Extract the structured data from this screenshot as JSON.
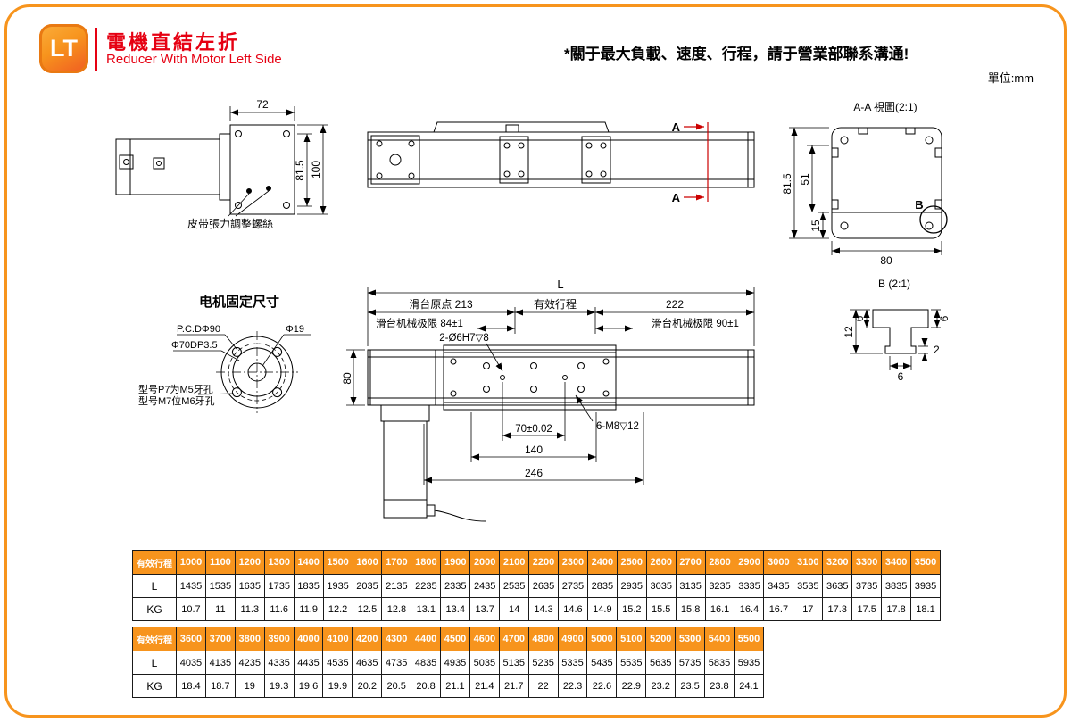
{
  "header": {
    "badge": "LT",
    "title_zh": "電機直結左折",
    "title_en": "Reducer With Motor Left Side",
    "note": "*關于最大負載、速度、行程，請于營業部聯系溝通!",
    "unit": "單位:mm"
  },
  "colors": {
    "accent": "#F7941D",
    "red": "#E60012",
    "line": "#000000"
  },
  "drawing": {
    "motor_side": {
      "dim_width": "72",
      "dim_inner_height": "81.5",
      "dim_total_height": "100",
      "belt_screw_label": "皮带張力調整螺絲"
    },
    "top_view": {
      "section_label_top": "A",
      "section_label_bottom": "A"
    },
    "section_aa": {
      "title": "A-A 視圖(2:1)",
      "dim_height": "81.5",
      "dim_inner": "51",
      "dim_bottom": "15",
      "dim_width": "80",
      "detail_label": "B"
    },
    "detail_b": {
      "title": "B (2:1)",
      "dim_total": "12",
      "dim_top": "6",
      "dim_right": "6",
      "dim_lip": "2",
      "dim_slot": "6"
    },
    "motor_mount": {
      "title": "电机固定尺寸",
      "pcd_label": "P.C.DΦ90",
      "shaft_label": "Φ19",
      "spigot_label": "Φ70DP3.5",
      "note_line1": "型号P7为M5牙孔",
      "note_line2": "型号M7位M6牙孔"
    },
    "front_view": {
      "dim_total": "L",
      "dim_origin": "滑台原点 213",
      "stroke_label": "有效行程",
      "dim_right": "222",
      "limit_left": "滑台机械极限 84±1",
      "limit_right": "滑台机械极限 90±1",
      "dowel_label": "2-Ø6H7▽8",
      "dim_rail_height": "80",
      "dim_70": "70±0.02",
      "dim_140": "140",
      "dim_246": "246",
      "thread_label": "6-M8▽12"
    }
  },
  "tables": [
    {
      "corner": "有效行程",
      "columns": [
        "1000",
        "1100",
        "1200",
        "1300",
        "1400",
        "1500",
        "1600",
        "1700",
        "1800",
        "1900",
        "2000",
        "2100",
        "2200",
        "2300",
        "2400",
        "2500",
        "2600",
        "2700",
        "2800",
        "2900",
        "3000",
        "3100",
        "3200",
        "3300",
        "3400",
        "3500"
      ],
      "rows": [
        {
          "label": "L",
          "values": [
            "1435",
            "1535",
            "1635",
            "1735",
            "1835",
            "1935",
            "2035",
            "2135",
            "2235",
            "2335",
            "2435",
            "2535",
            "2635",
            "2735",
            "2835",
            "2935",
            "3035",
            "3135",
            "3235",
            "3335",
            "3435",
            "3535",
            "3635",
            "3735",
            "3835",
            "3935"
          ]
        },
        {
          "label": "KG",
          "values": [
            "10.7",
            "11",
            "11.3",
            "11.6",
            "11.9",
            "12.2",
            "12.5",
            "12.8",
            "13.1",
            "13.4",
            "13.7",
            "14",
            "14.3",
            "14.6",
            "14.9",
            "15.2",
            "15.5",
            "15.8",
            "16.1",
            "16.4",
            "16.7",
            "17",
            "17.3",
            "17.5",
            "17.8",
            "18.1"
          ]
        }
      ]
    },
    {
      "corner": "有效行程",
      "columns": [
        "3600",
        "3700",
        "3800",
        "3900",
        "4000",
        "4100",
        "4200",
        "4300",
        "4400",
        "4500",
        "4600",
        "4700",
        "4800",
        "4900",
        "5000",
        "5100",
        "5200",
        "5300",
        "5400",
        "5500"
      ],
      "rows": [
        {
          "label": "L",
          "values": [
            "4035",
            "4135",
            "4235",
            "4335",
            "4435",
            "4535",
            "4635",
            "4735",
            "4835",
            "4935",
            "5035",
            "5135",
            "5235",
            "5335",
            "5435",
            "5535",
            "5635",
            "5735",
            "5835",
            "5935"
          ]
        },
        {
          "label": "KG",
          "values": [
            "18.4",
            "18.7",
            "19",
            "19.3",
            "19.6",
            "19.9",
            "20.2",
            "20.5",
            "20.8",
            "21.1",
            "21.4",
            "21.7",
            "22",
            "22.3",
            "22.6",
            "22.9",
            "23.2",
            "23.5",
            "23.8",
            "24.1"
          ]
        }
      ]
    }
  ]
}
